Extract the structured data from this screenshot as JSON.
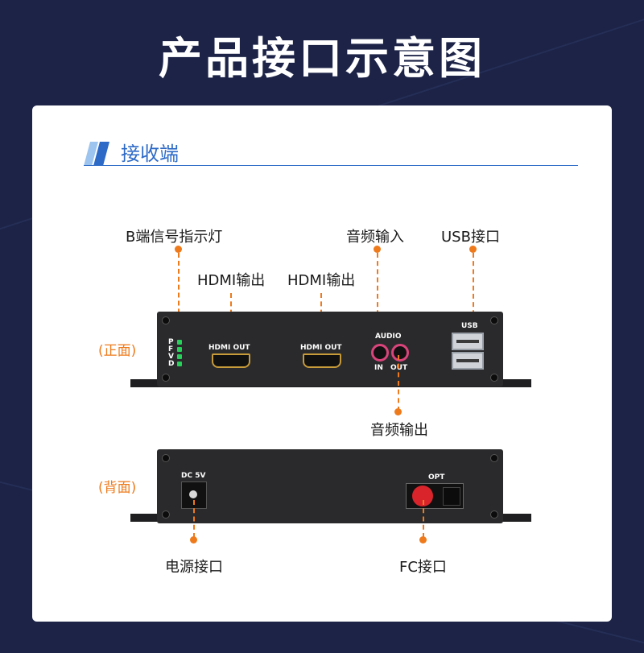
{
  "page": {
    "title": "产品接口示意图"
  },
  "section": {
    "title": "接收端"
  },
  "labels": {
    "b_led": "B端信号指示灯",
    "hdmi_out_1": "HDMI输出",
    "hdmi_out_2": "HDMI输出",
    "audio_in": "音频输入",
    "usb": "USB接口",
    "audio_out": "音频输出",
    "power": "电源接口",
    "fc": "FC接口"
  },
  "side_labels": {
    "front": "(正面)",
    "back": "(背面)"
  },
  "front_device": {
    "led_letters": [
      "P",
      "F",
      "V",
      "D"
    ],
    "hdmi_1_text": "HDMI OUT",
    "hdmi_2_text": "HDMI OUT",
    "audio_text": "AUDIO",
    "audio_in_text": "IN",
    "audio_out_text": "OUT",
    "usb_text": "USB"
  },
  "back_device": {
    "dc_text": "DC 5V",
    "opt_text": "OPT"
  },
  "colors": {
    "accent": "#ee7a1c",
    "heading": "#2d6ac7",
    "background": "#1c2347"
  }
}
